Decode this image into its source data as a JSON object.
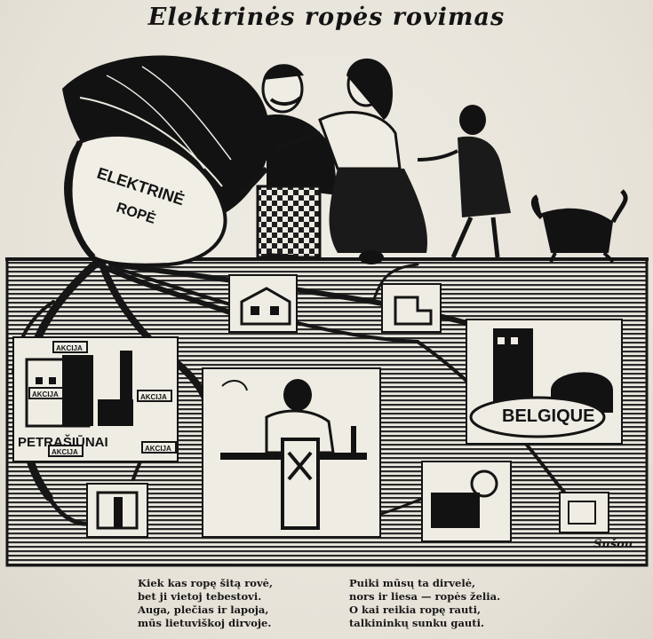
{
  "title": "Elektrinės ropės rovimas",
  "labels": {
    "turnip_line1": "ELEKTRINĖ",
    "turnip_line2": "ROPĖ",
    "petrasiunai": "PETRAŠIŪNAI",
    "belgique": "BELGIQUE",
    "akcija": "AKCIJA",
    "signature": "Sušou"
  },
  "caption": {
    "left": [
      "Kiek kas ropę šitą rovė,",
      "bet ji vietoj tebestovi.",
      "Auga, plečias ir lapoja,",
      "mūs lietuviškoj dirvoje."
    ],
    "right": [
      "Puiki mūsų ta dirvelė,",
      "nors ir liesa — ropės želia.",
      "O kai reikia ropę rauti,",
      "talkininkų sunku gauti."
    ]
  },
  "colors": {
    "ink": "#161616",
    "paper": "#ebe8df",
    "hatch": "#2a2a2a"
  }
}
